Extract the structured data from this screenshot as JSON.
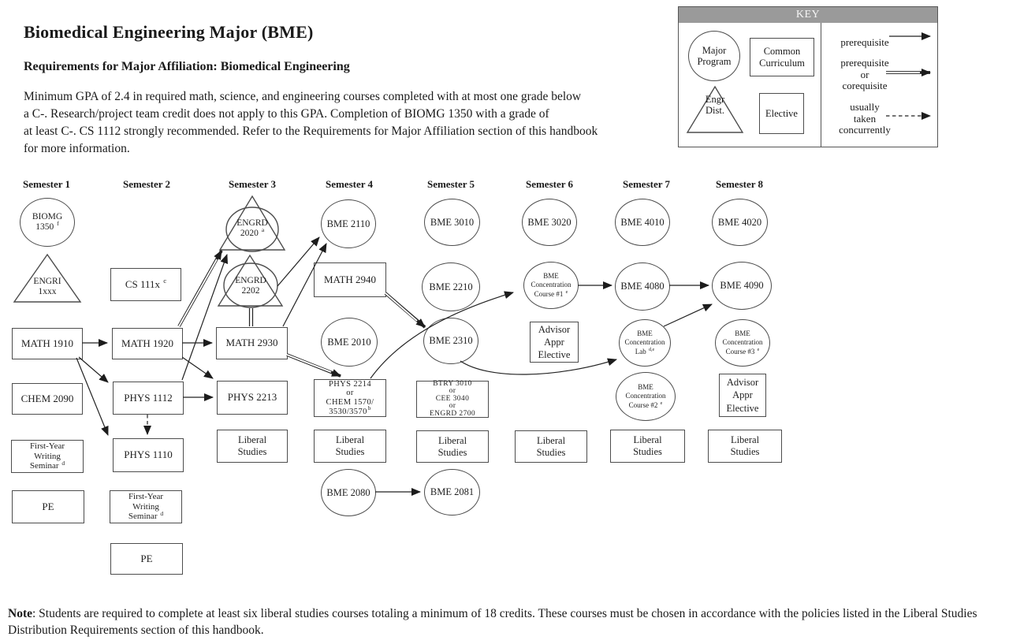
{
  "page": {
    "title": "Biomedical Engineering Major (BME)",
    "subtitle": "Requirements for Major Affiliation:  Biomedical Engineering",
    "intro": "Minimum  GPA of  2.4 in required math, science, and engineering courses completed with at most one grade below\na C-. Research/project team credit does not apply to this GPA. Completion of BIOMG 1350 with a grade of\nat least C-. CS 1112 strongly recommended. Refer to the Requirements for Major Affiliation section of this handbook\nfor more information.",
    "note_label": "Note",
    "note_text": ": Students are required to complete at least six liberal studies courses totaling a minimum of 18 credits.  These courses must be chosen in accordance with the policies listed in the Liberal Studies Distribution Requirements section of this handbook."
  },
  "key": {
    "title": "KEY",
    "shapes": {
      "major_program": "Major\nProgram",
      "common_curriculum": "Common\nCurriculum",
      "engr_dist": "Engr\nDist.",
      "elective": "Elective"
    },
    "arrows": {
      "prerequisite": "prerequisite",
      "prereq_or_coreq": "prerequisite\nor\ncorequisite",
      "concurrent": "usually\ntaken\nconcurrently"
    }
  },
  "semesters": [
    "Semester 1",
    "Semester 2",
    "Semester 3",
    "Semester 4",
    "Semester 5",
    "Semester 6",
    "Semester 7",
    "Semester 8"
  ],
  "nodes": {
    "biomg1350": {
      "label": "BIOMG\n1350 ",
      "sup": "f",
      "shape": "circle",
      "semester": 1
    },
    "engri1xxx": {
      "label": "ENGRI\n1xxx",
      "shape": "triangle",
      "semester": 1
    },
    "math1910": {
      "label": "MATH 1910",
      "shape": "rect",
      "semester": 1
    },
    "chem2090": {
      "label": "CHEM 2090",
      "shape": "rect",
      "semester": 1
    },
    "fws1": {
      "label": "First-Year\nWriting\nSeminar ",
      "sup": "d",
      "shape": "rect",
      "semester": 1
    },
    "pe1": {
      "label": "PE",
      "shape": "rect",
      "semester": 1
    },
    "cs111x": {
      "label": "CS 111x ",
      "sup": "c",
      "shape": "rect",
      "semester": 2
    },
    "math1920": {
      "label": "MATH 1920",
      "shape": "rect",
      "semester": 2
    },
    "phys1112": {
      "label": "PHYS 1112",
      "shape": "rect",
      "semester": 2
    },
    "phys1110": {
      "label": "PHYS 1110",
      "shape": "rect",
      "semester": 2
    },
    "fws2": {
      "label": "First-Year\nWriting\nSeminar ",
      "sup": "d",
      "shape": "rect",
      "semester": 2
    },
    "pe2": {
      "label": "PE",
      "shape": "rect",
      "semester": 2
    },
    "engrd2020": {
      "label": "ENGRD\n2020 ",
      "sup": "a",
      "shape": "triangle-circle",
      "semester": 3
    },
    "engrd2202": {
      "label": "ENGRD\n2202",
      "shape": "triangle-circle",
      "semester": 3
    },
    "math2930": {
      "label": "MATH 2930",
      "shape": "rect",
      "semester": 3
    },
    "phys2213": {
      "label": "PHYS 2213",
      "shape": "rect",
      "semester": 3
    },
    "libs3": {
      "label": "Liberal\nStudies",
      "shape": "rect",
      "semester": 3
    },
    "bme2110": {
      "label": "BME 2110",
      "shape": "circle",
      "semester": 4
    },
    "math2940": {
      "label": "MATH 2940",
      "shape": "rect",
      "semester": 4
    },
    "bme2010": {
      "label": "BME 2010",
      "shape": "circle",
      "semester": 4
    },
    "phys2214": {
      "label": "PHYS 2214\nor\nCHEM 1570/\n3530/3570",
      "sup": "b",
      "shape": "rect",
      "semester": 4
    },
    "libs4": {
      "label": "Liberal\nStudies",
      "shape": "rect",
      "semester": 4
    },
    "bme2080": {
      "label": "BME 2080",
      "shape": "circle",
      "semester": 4
    },
    "bme3010": {
      "label": "BME 3010",
      "shape": "circle",
      "semester": 5
    },
    "bme2210": {
      "label": "BME 2210",
      "shape": "circle",
      "semester": 5
    },
    "bme2310": {
      "label": "BME 2310",
      "shape": "circle",
      "semester": 5
    },
    "btry3010": {
      "label": "BTRY 3010\nor\nCEE 3040\nor\nENGRD 2700",
      "shape": "rect",
      "semester": 5
    },
    "libs5": {
      "label": "Liberal\nStudies",
      "shape": "rect",
      "semester": 5
    },
    "bme2081": {
      "label": "BME 2081",
      "shape": "circle",
      "semester": 5
    },
    "bme3020": {
      "label": "BME 3020",
      "shape": "circle",
      "semester": 6
    },
    "conc1": {
      "label": "BME\nConcentration\nCourse #1 ",
      "sup": "e",
      "shape": "circle",
      "semester": 6
    },
    "advappr6": {
      "label": "Advisor\nAppr\nElective",
      "shape": "rect",
      "semester": 6
    },
    "libs6": {
      "label": "Liberal\nStudies",
      "shape": "rect",
      "semester": 6
    },
    "bme4010": {
      "label": "BME 4010",
      "shape": "circle",
      "semester": 7
    },
    "bme4080": {
      "label": "BME 4080",
      "shape": "circle",
      "semester": 7
    },
    "conclab": {
      "label": "BME\nConcentration\nLab ",
      "sup": "d,e",
      "shape": "circle",
      "semester": 7
    },
    "conc2": {
      "label": "BME\nConcentration\nCourse #2 ",
      "sup": "e",
      "shape": "circle",
      "semester": 7
    },
    "libs7": {
      "label": "Liberal\nStudies",
      "shape": "rect",
      "semester": 7
    },
    "bme4020": {
      "label": "BME 4020",
      "shape": "circle",
      "semester": 8
    },
    "bme4090": {
      "label": "BME 4090",
      "shape": "circle",
      "semester": 8
    },
    "conc3": {
      "label": "BME\nConcentration\nCourse #3 ",
      "sup": "e",
      "shape": "circle",
      "semester": 8
    },
    "advappr8": {
      "label": "Advisor\nAppr\nElective",
      "shape": "rect",
      "semester": 8
    },
    "libs8": {
      "label": "Liberal\nStudies",
      "shape": "rect",
      "semester": 8
    }
  },
  "edges": [
    {
      "from": "MATH 1910",
      "to": "MATH 1920",
      "type": "prerequisite"
    },
    {
      "from": "MATH 1910",
      "to": "PHYS 1112",
      "type": "prerequisite"
    },
    {
      "from": "MATH 1910",
      "to": "PHYS 1110",
      "type": "prerequisite"
    },
    {
      "from": "PHYS 1112",
      "to": "PHYS 1110",
      "type": "usually taken concurrently"
    },
    {
      "from": "MATH 1920",
      "to": "ENGRD 2020",
      "type": "prerequisite or corequisite"
    },
    {
      "from": "PHYS 1112",
      "to": "ENGRD 2020",
      "type": "prerequisite"
    },
    {
      "from": "MATH 1920",
      "to": "MATH 2930",
      "type": "prerequisite"
    },
    {
      "from": "MATH 1920",
      "to": "PHYS 2213",
      "type": "prerequisite"
    },
    {
      "from": "PHYS 1112",
      "to": "PHYS 2213",
      "type": "prerequisite"
    },
    {
      "from": "ENGRD 2202",
      "to": "MATH 2930",
      "type": "prerequisite or corequisite"
    },
    {
      "from": "ENGRD 2202",
      "to": "BME 2110",
      "type": "prerequisite"
    },
    {
      "from": "MATH 2930",
      "to": "BME 2110",
      "type": "prerequisite"
    },
    {
      "from": "MATH 2930",
      "to": "PHYS 2214 or CHEM 1570/3530/3570",
      "type": "prerequisite or corequisite"
    },
    {
      "from": "MATH 2940",
      "to": "BME 2310",
      "type": "prerequisite or corequisite"
    },
    {
      "from": "PHYS 2214 or CHEM 1570/3530/3570",
      "to": "BME Concentration Course #1",
      "type": "prerequisite"
    },
    {
      "from": "BME Concentration Course #1",
      "to": "BME 4080",
      "type": "prerequisite"
    },
    {
      "from": "BME 4080",
      "to": "BME 4090",
      "type": "prerequisite"
    },
    {
      "from": "BME 2310",
      "to": "BME Concentration Lab",
      "type": "prerequisite"
    },
    {
      "from": "BME Concentration Lab",
      "to": "BME 4090",
      "type": "prerequisite"
    },
    {
      "from": "BME 2080",
      "to": "BME 2081",
      "type": "prerequisite"
    }
  ]
}
